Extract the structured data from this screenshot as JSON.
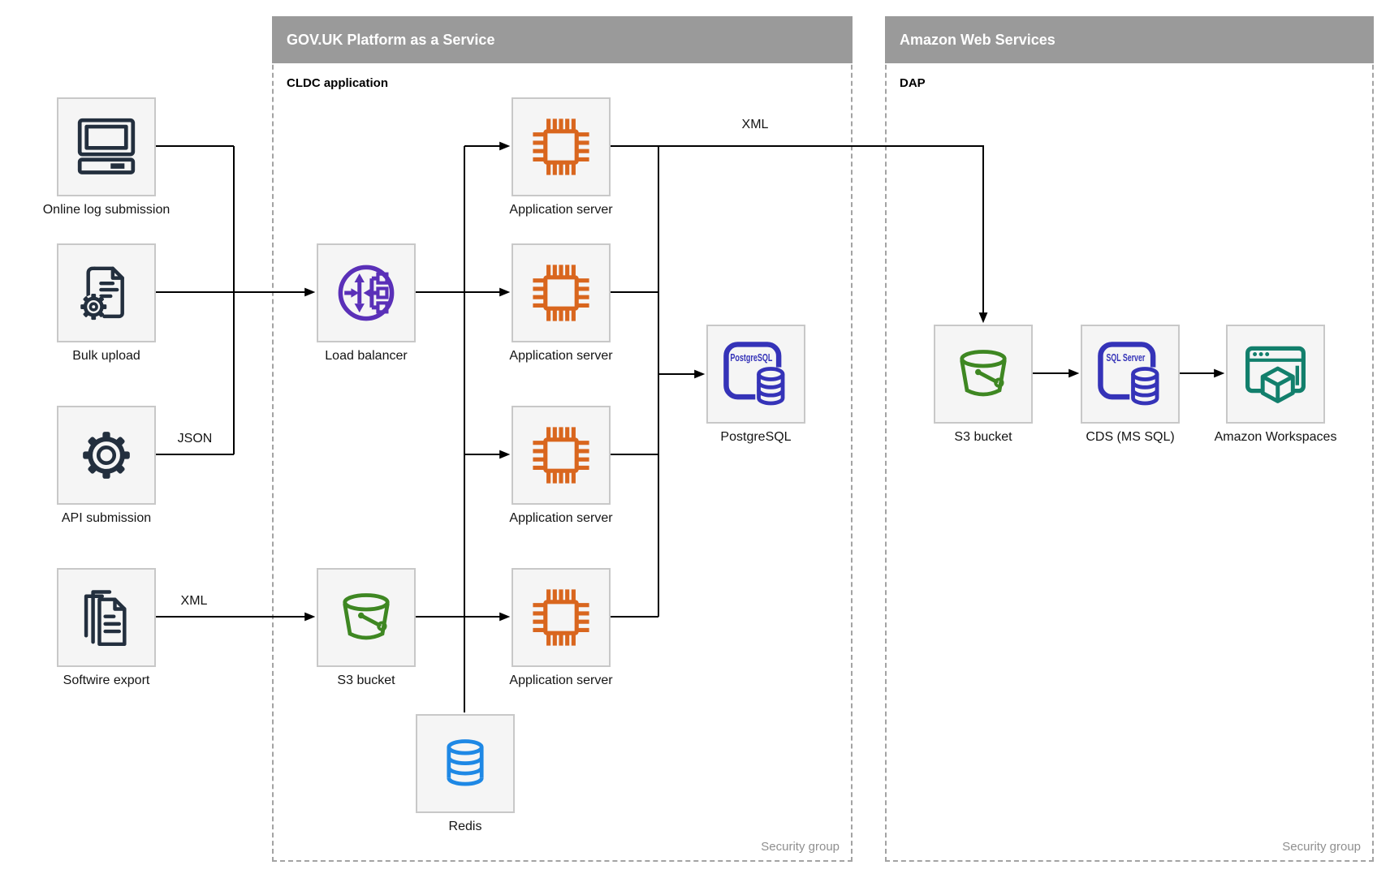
{
  "diagram": {
    "sources": {
      "online_log": {
        "label": "Online log submission",
        "icon": "desktop-computer-icon"
      },
      "bulk_upload": {
        "label": "Bulk upload",
        "icon": "document-gear-icon"
      },
      "api_submission": {
        "label": "API submission",
        "icon": "gear-icon"
      },
      "softwire_export": {
        "label": "Softwire export",
        "icon": "documents-stack-icon"
      }
    },
    "paas": {
      "title": "GOV.UK Platform as a Service",
      "zone": "CLDC application",
      "footer": "Security group",
      "nodes": {
        "load_balancer": {
          "label": "Load balancer",
          "icon": "load-balancer-icon"
        },
        "app_server_1": {
          "label": "Application server",
          "icon": "chip-icon"
        },
        "app_server_2": {
          "label": "Application server",
          "icon": "chip-icon"
        },
        "app_server_3": {
          "label": "Application server",
          "icon": "chip-icon"
        },
        "app_server_4": {
          "label": "Application server",
          "icon": "chip-icon"
        },
        "postgresql": {
          "label": "PostgreSQL",
          "icon_text": "PostgreSQL",
          "icon": "postgresql-icon"
        },
        "s3_bucket": {
          "label": "S3 bucket",
          "icon": "bucket-icon"
        },
        "redis": {
          "label": "Redis",
          "icon": "db-cylinder-icon"
        }
      }
    },
    "aws": {
      "title": "Amazon Web Services",
      "zone": "DAP",
      "footer": "Security group",
      "nodes": {
        "s3_bucket": {
          "label": "S3 bucket",
          "icon": "bucket-icon"
        },
        "cds": {
          "label": "CDS (MS SQL)",
          "icon_text": "SQL Server",
          "icon": "sql-server-icon"
        },
        "workspaces": {
          "label": "Amazon Workspaces",
          "icon": "workspaces-icon"
        }
      }
    },
    "edge_labels": {
      "api_json": "JSON",
      "softwire_xml": "XML",
      "app_to_aws_xml": "XML"
    },
    "edges": [
      {
        "from": "Online log submission",
        "to": "Load balancer"
      },
      {
        "from": "Bulk upload",
        "to": "Load balancer"
      },
      {
        "from": "API submission",
        "to": "Load balancer",
        "label": "JSON"
      },
      {
        "from": "Softwire export",
        "to": "S3 bucket (PaaS)",
        "label": "XML"
      },
      {
        "from": "Load balancer",
        "to": "Application servers"
      },
      {
        "from": "S3 bucket (PaaS)",
        "to": "Application servers"
      },
      {
        "from": "Application servers",
        "to": "Redis"
      },
      {
        "from": "Application servers",
        "to": "PostgreSQL"
      },
      {
        "from": "Application server",
        "to": "S3 bucket (DAP)",
        "label": "XML"
      },
      {
        "from": "S3 bucket (DAP)",
        "to": "CDS (MS SQL)"
      },
      {
        "from": "CDS (MS SQL)",
        "to": "Amazon Workspaces"
      }
    ]
  },
  "colors": {
    "container_header_bg": "#9A9A9A",
    "container_header_text": "#FFFFFF",
    "container_border": "#A3A3A3",
    "node_bg": "#F5F5F5",
    "node_border": "#C8C8C8",
    "edge": "#000000",
    "footer_text": "#8F8F8F",
    "icon_dark": "#232F3E",
    "icon_orange": "#D9661E",
    "icon_purple": "#5A30B8",
    "icon_green": "#3E8722",
    "icon_blue": "#1E88E5",
    "icon_indigo": "#3533B8",
    "icon_teal": "#127F6C"
  }
}
